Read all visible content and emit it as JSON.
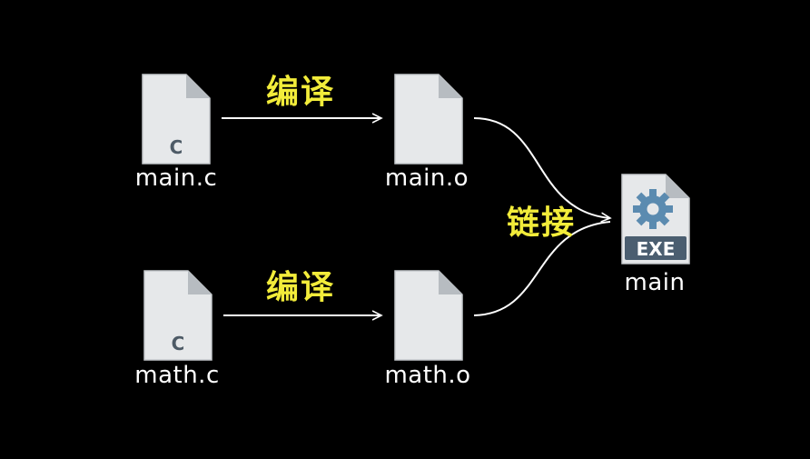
{
  "sources": [
    {
      "filename": "main.c",
      "badge": "C"
    },
    {
      "filename": "math.c",
      "badge": "C"
    }
  ],
  "objects": [
    {
      "filename": "main.o"
    },
    {
      "filename": "math.o"
    }
  ],
  "executable": {
    "filename": "main",
    "badge": "EXE"
  },
  "steps": {
    "compile_top": "编译",
    "compile_bottom": "编译",
    "link": "链接"
  },
  "colors": {
    "background": "#000000",
    "step_text": "#f2ec3a",
    "label_text": "#ffffff",
    "file_page": "#e6e8ea",
    "file_fold": "#b7bcc1",
    "file_badge": "#4d5a66",
    "exe_gear": "#5b8bb0",
    "exe_badge_bg": "#4b5e70"
  },
  "icons": [
    "c-source-file-icon",
    "object-file-icon",
    "exe-gear-icon"
  ]
}
